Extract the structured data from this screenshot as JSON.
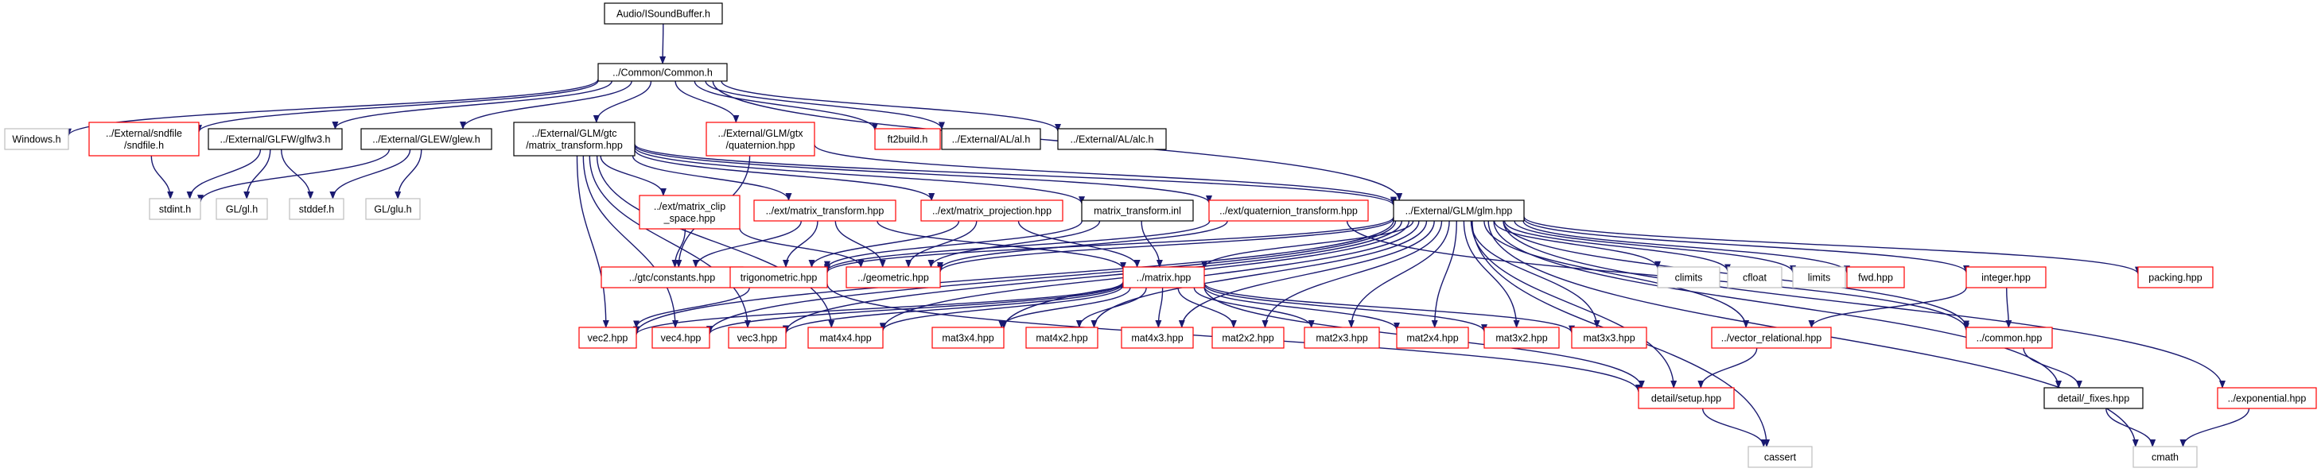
{
  "colors": {
    "edge": "#191970",
    "root_fill": "#bfbfbf",
    "doc_border": "#000000",
    "missing_border": "#ff0000",
    "system_border": "#bfbfbf",
    "system_text": "#808080"
  },
  "nodes": [
    {
      "id": "root",
      "lines": [
        "Audio/ISoundBuffer.h"
      ],
      "style": "root"
    },
    {
      "id": "common",
      "lines": [
        "../Common/Common.h"
      ],
      "style": "doc"
    },
    {
      "id": "windows",
      "lines": [
        "Windows.h"
      ],
      "style": "system"
    },
    {
      "id": "sndfile",
      "lines": [
        "../External/sndfile",
        "/sndfile.h"
      ],
      "style": "missing"
    },
    {
      "id": "glfw3",
      "lines": [
        "../External/GLFW/glfw3.h"
      ],
      "style": "doc"
    },
    {
      "id": "glew",
      "lines": [
        "../External/GLEW/glew.h"
      ],
      "style": "doc"
    },
    {
      "id": "mtransform",
      "lines": [
        "../External/GLM/gtc",
        "/matrix_transform.hpp"
      ],
      "style": "doc"
    },
    {
      "id": "gtxquat",
      "lines": [
        "../External/GLM/gtx",
        "/quaternion.hpp"
      ],
      "style": "missing"
    },
    {
      "id": "ft2build",
      "lines": [
        "ft2build.h"
      ],
      "style": "missing"
    },
    {
      "id": "al",
      "lines": [
        "../External/AL/al.h"
      ],
      "style": "doc"
    },
    {
      "id": "alc",
      "lines": [
        "../External/AL/alc.h"
      ],
      "style": "doc"
    },
    {
      "id": "stdint",
      "lines": [
        "stdint.h"
      ],
      "style": "system"
    },
    {
      "id": "gl",
      "lines": [
        "GL/gl.h"
      ],
      "style": "system"
    },
    {
      "id": "stddef",
      "lines": [
        "stddef.h"
      ],
      "style": "system"
    },
    {
      "id": "glu",
      "lines": [
        "GL/glu.h"
      ],
      "style": "system"
    },
    {
      "id": "clipspace",
      "lines": [
        "../ext/matrix_clip",
        "_space.hpp"
      ],
      "style": "missing"
    },
    {
      "id": "extmt",
      "lines": [
        "../ext/matrix_transform.hpp"
      ],
      "style": "missing"
    },
    {
      "id": "extmp",
      "lines": [
        "../ext/matrix_projection.hpp"
      ],
      "style": "missing"
    },
    {
      "id": "mtinl",
      "lines": [
        "matrix_transform.inl"
      ],
      "style": "doc"
    },
    {
      "id": "extqt",
      "lines": [
        "../ext/quaternion_transform.hpp"
      ],
      "style": "missing"
    },
    {
      "id": "glm",
      "lines": [
        "../External/GLM/glm.hpp"
      ],
      "style": "doc"
    },
    {
      "id": "gtcconst",
      "lines": [
        "../gtc/constants.hpp"
      ],
      "style": "missing"
    },
    {
      "id": "trig",
      "lines": [
        "trigonometric.hpp"
      ],
      "style": "missing"
    },
    {
      "id": "geom",
      "lines": [
        "../geometric.hpp"
      ],
      "style": "missing"
    },
    {
      "id": "matrix",
      "lines": [
        "../matrix.hpp"
      ],
      "style": "missing"
    },
    {
      "id": "climits",
      "lines": [
        "climits"
      ],
      "style": "system"
    },
    {
      "id": "cfloat",
      "lines": [
        "cfloat"
      ],
      "style": "system"
    },
    {
      "id": "limits",
      "lines": [
        "limits"
      ],
      "style": "system"
    },
    {
      "id": "fwd",
      "lines": [
        "fwd.hpp"
      ],
      "style": "missing"
    },
    {
      "id": "integer",
      "lines": [
        "integer.hpp"
      ],
      "style": "missing"
    },
    {
      "id": "packing",
      "lines": [
        "packing.hpp"
      ],
      "style": "missing"
    },
    {
      "id": "vec2",
      "lines": [
        "vec2.hpp"
      ],
      "style": "missing"
    },
    {
      "id": "vec4",
      "lines": [
        "vec4.hpp"
      ],
      "style": "missing"
    },
    {
      "id": "vec3",
      "lines": [
        "vec3.hpp"
      ],
      "style": "missing"
    },
    {
      "id": "mat4x4",
      "lines": [
        "mat4x4.hpp"
      ],
      "style": "missing"
    },
    {
      "id": "mat3x4",
      "lines": [
        "mat3x4.hpp"
      ],
      "style": "missing"
    },
    {
      "id": "mat4x2",
      "lines": [
        "mat4x2.hpp"
      ],
      "style": "missing"
    },
    {
      "id": "mat4x3",
      "lines": [
        "mat4x3.hpp"
      ],
      "style": "missing"
    },
    {
      "id": "mat2x2",
      "lines": [
        "mat2x2.hpp"
      ],
      "style": "missing"
    },
    {
      "id": "mat2x3",
      "lines": [
        "mat2x3.hpp"
      ],
      "style": "missing"
    },
    {
      "id": "mat2x4",
      "lines": [
        "mat2x4.hpp"
      ],
      "style": "missing"
    },
    {
      "id": "mat3x2",
      "lines": [
        "mat3x2.hpp"
      ],
      "style": "missing"
    },
    {
      "id": "mat3x3",
      "lines": [
        "mat3x3.hpp"
      ],
      "style": "missing"
    },
    {
      "id": "vecrel",
      "lines": [
        "../vector_relational.hpp"
      ],
      "style": "missing"
    },
    {
      "id": "commonhpp",
      "lines": [
        "../common.hpp"
      ],
      "style": "missing"
    },
    {
      "id": "fixes",
      "lines": [
        "detail/_fixes.hpp"
      ],
      "style": "doc"
    },
    {
      "id": "exponential",
      "lines": [
        "../exponential.hpp"
      ],
      "style": "missing"
    },
    {
      "id": "setup",
      "lines": [
        "detail/setup.hpp"
      ],
      "style": "missing"
    },
    {
      "id": "cassert",
      "lines": [
        "cassert"
      ],
      "style": "system"
    },
    {
      "id": "cmath",
      "lines": [
        "cmath"
      ],
      "style": "system"
    }
  ],
  "edges": [
    [
      "root",
      "common"
    ],
    [
      "common",
      "windows"
    ],
    [
      "common",
      "sndfile"
    ],
    [
      "common",
      "glfw3"
    ],
    [
      "common",
      "glew"
    ],
    [
      "common",
      "mtransform"
    ],
    [
      "common",
      "gtxquat"
    ],
    [
      "common",
      "ft2build"
    ],
    [
      "common",
      "al"
    ],
    [
      "common",
      "alc"
    ],
    [
      "common",
      "glm"
    ],
    [
      "sndfile",
      "stdint"
    ],
    [
      "glfw3",
      "stdint"
    ],
    [
      "glfw3",
      "gl"
    ],
    [
      "glfw3",
      "stddef"
    ],
    [
      "glew",
      "stdint"
    ],
    [
      "glew",
      "stddef"
    ],
    [
      "glew",
      "glu"
    ],
    [
      "mtransform",
      "clipspace"
    ],
    [
      "mtransform",
      "extmt"
    ],
    [
      "mtransform",
      "extmp"
    ],
    [
      "mtransform",
      "mtinl"
    ],
    [
      "mtransform",
      "extqt"
    ],
    [
      "mtransform",
      "glm"
    ],
    [
      "mtransform",
      "vec2"
    ],
    [
      "mtransform",
      "vec4"
    ],
    [
      "mtransform",
      "vec3"
    ],
    [
      "mtransform",
      "mat4x4"
    ],
    [
      "gtxquat",
      "gtcconst"
    ],
    [
      "gtxquat",
      "glm"
    ],
    [
      "clipspace",
      "gtcconst"
    ],
    [
      "clipspace",
      "geom"
    ],
    [
      "extmt",
      "trig"
    ],
    [
      "extmt",
      "geom"
    ],
    [
      "extmt",
      "matrix"
    ],
    [
      "extmt",
      "gtcconst"
    ],
    [
      "extmp",
      "trig"
    ],
    [
      "extmp",
      "geom"
    ],
    [
      "extmp",
      "matrix"
    ],
    [
      "mtinl",
      "trig"
    ],
    [
      "mtinl",
      "geom"
    ],
    [
      "mtinl",
      "matrix"
    ],
    [
      "extqt",
      "trig"
    ],
    [
      "extqt",
      "geom"
    ],
    [
      "extqt",
      "commonhpp"
    ],
    [
      "glm",
      "trig"
    ],
    [
      "glm",
      "geom"
    ],
    [
      "glm",
      "matrix"
    ],
    [
      "glm",
      "climits"
    ],
    [
      "glm",
      "cfloat"
    ],
    [
      "glm",
      "limits"
    ],
    [
      "glm",
      "fwd"
    ],
    [
      "glm",
      "integer"
    ],
    [
      "glm",
      "packing"
    ],
    [
      "glm",
      "vec2"
    ],
    [
      "glm",
      "vec4"
    ],
    [
      "glm",
      "vec3"
    ],
    [
      "glm",
      "mat4x4"
    ],
    [
      "glm",
      "mat3x4"
    ],
    [
      "glm",
      "mat4x2"
    ],
    [
      "glm",
      "mat4x3"
    ],
    [
      "glm",
      "mat2x2"
    ],
    [
      "glm",
      "mat2x3"
    ],
    [
      "glm",
      "mat2x4"
    ],
    [
      "glm",
      "mat3x2"
    ],
    [
      "glm",
      "mat3x3"
    ],
    [
      "glm",
      "vecrel"
    ],
    [
      "glm",
      "commonhpp"
    ],
    [
      "glm",
      "fixes"
    ],
    [
      "glm",
      "exponential"
    ],
    [
      "glm",
      "setup"
    ],
    [
      "glm",
      "cassert"
    ],
    [
      "glm",
      "cmath"
    ],
    [
      "trig",
      "setup"
    ],
    [
      "trig",
      "vec2"
    ],
    [
      "matrix",
      "vec2"
    ],
    [
      "matrix",
      "vec4"
    ],
    [
      "matrix",
      "vec3"
    ],
    [
      "matrix",
      "mat4x4"
    ],
    [
      "matrix",
      "mat3x4"
    ],
    [
      "matrix",
      "mat4x2"
    ],
    [
      "matrix",
      "mat4x3"
    ],
    [
      "matrix",
      "mat2x2"
    ],
    [
      "matrix",
      "mat2x3"
    ],
    [
      "matrix",
      "mat2x4"
    ],
    [
      "matrix",
      "mat3x2"
    ],
    [
      "matrix",
      "mat3x3"
    ],
    [
      "matrix",
      "setup"
    ],
    [
      "integer",
      "commonhpp"
    ],
    [
      "integer",
      "vecrel"
    ],
    [
      "vecrel",
      "setup"
    ],
    [
      "commonhpp",
      "fixes"
    ],
    [
      "fixes",
      "cmath"
    ],
    [
      "exponential",
      "cmath"
    ],
    [
      "setup",
      "cassert"
    ]
  ]
}
